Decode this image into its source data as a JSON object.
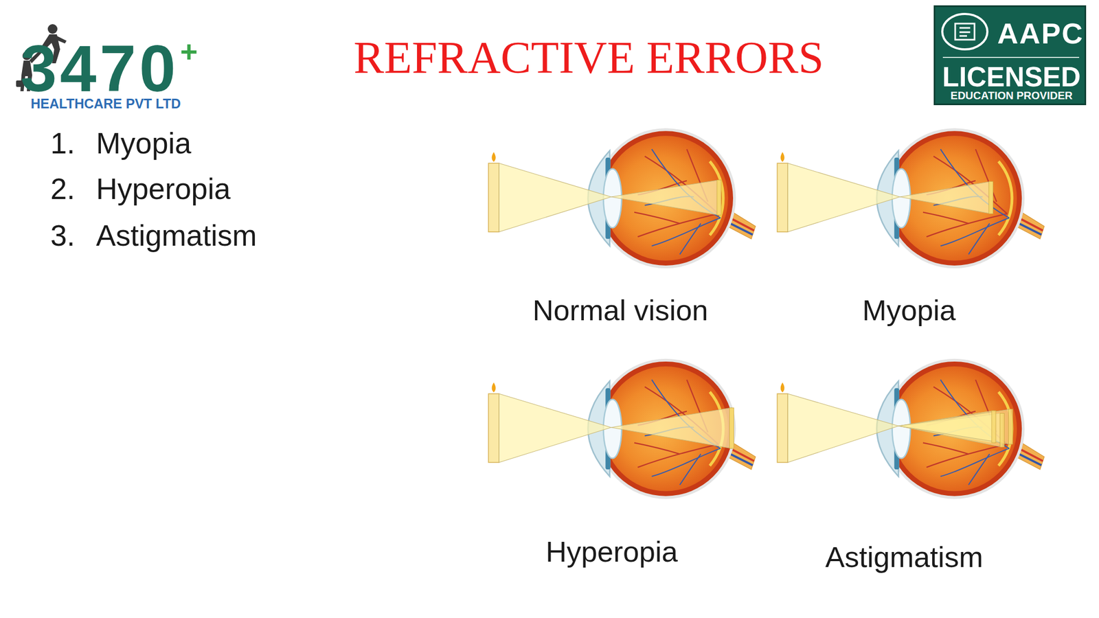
{
  "diagram": {
    "title": "REFRACTIVE ERRORS",
    "nodes": [
      {
        "text": [
          "AAPC",
          "LICENSED",
          "EDUCATION PROVIDER"
        ]
      }
    ],
    "labels": [
      "3470",
      "+",
      "HEALTHCARE PVT LTD",
      "1.",
      "Myopia",
      "2.",
      "Hyperopia",
      "3.",
      "Astigmatism",
      "Normal vision",
      "Myopia",
      "Hyperopia",
      "Astigmatism"
    ]
  }
}
